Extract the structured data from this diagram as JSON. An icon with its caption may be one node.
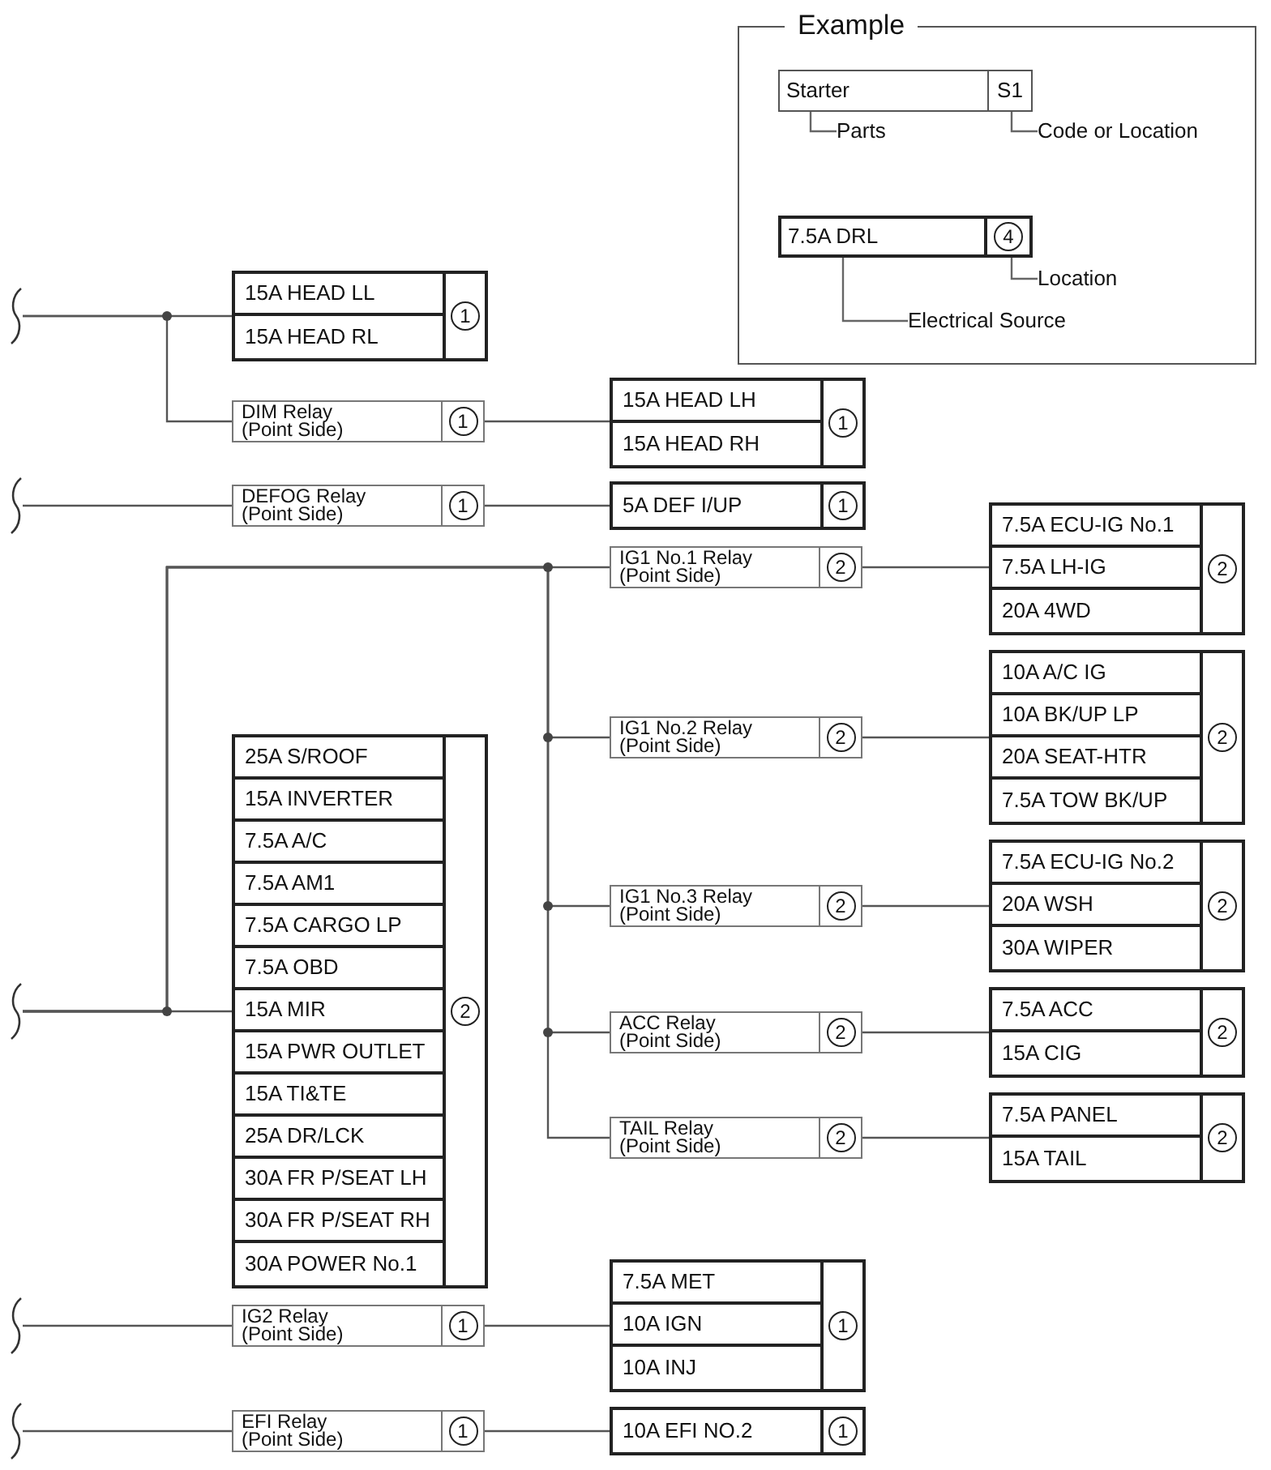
{
  "diagram": {
    "nodes": [
      {
        "text": [
          "Example"
        ]
      },
      {
        "text": [
          "Starter",
          "S1"
        ],
        "in": 0
      },
      {
        "text": [
          "Parts"
        ],
        "in": 0
      },
      {
        "text": [
          "Code or Location"
        ],
        "in": 0
      },
      {
        "text": [
          "7.5A DRL",
          "4"
        ],
        "in": 0
      },
      {
        "text": [
          "Location"
        ],
        "in": 0
      },
      {
        "text": [
          "Electrical Source"
        ],
        "in": 0
      },
      {
        "text": [
          "1"
        ]
      },
      {
        "text": [
          "15A HEAD LL"
        ],
        "in": 7
      },
      {
        "text": [
          "15A HEAD RL"
        ],
        "in": 7
      },
      {
        "text": [
          "DIM Relay (Point Side)",
          "1"
        ]
      },
      {
        "text": [
          "1"
        ]
      },
      {
        "text": [
          "15A HEAD LH"
        ],
        "in": 11
      },
      {
        "text": [
          "15A HEAD RH"
        ],
        "in": 11
      },
      {
        "text": [
          "DEFOG Relay (Point Side)",
          "1"
        ]
      },
      {
        "text": [
          "1"
        ]
      },
      {
        "text": [
          "5A DEF I/UP"
        ],
        "in": 15
      },
      {
        "text": [
          "IG1 No.1 Relay (Point Side)",
          "2"
        ]
      },
      {
        "text": [
          "2"
        ]
      },
      {
        "text": [
          "7.5A ECU-IG No.1"
        ],
        "in": 18
      },
      {
        "text": [
          "7.5A LH-IG"
        ],
        "in": 18
      },
      {
        "text": [
          "20A 4WD"
        ],
        "in": 18
      },
      {
        "text": [
          "IG1 No.2 Relay (Point Side)",
          "2"
        ]
      },
      {
        "text": [
          "2"
        ]
      },
      {
        "text": [
          "10A A/C IG"
        ],
        "in": 23
      },
      {
        "text": [
          "10A BK/UP LP"
        ],
        "in": 23
      },
      {
        "text": [
          "20A SEAT-HTR"
        ],
        "in": 23
      },
      {
        "text": [
          "7.5A TOW BK/UP"
        ],
        "in": 23
      },
      {
        "text": [
          "2"
        ]
      },
      {
        "text": [
          "25A S/ROOF"
        ],
        "in": 28
      },
      {
        "text": [
          "15A INVERTER"
        ],
        "in": 28
      },
      {
        "text": [
          "7.5A A/C"
        ],
        "in": 28
      },
      {
        "text": [
          "7.5A AM1"
        ],
        "in": 28
      },
      {
        "text": [
          "7.5A CARGO LP"
        ],
        "in": 28
      },
      {
        "text": [
          "7.5A OBD"
        ],
        "in": 28
      },
      {
        "text": [
          "15A MIR"
        ],
        "in": 28
      },
      {
        "text": [
          "15A PWR OUTLET"
        ],
        "in": 28
      },
      {
        "text": [
          "15A TI&TE"
        ],
        "in": 28
      },
      {
        "text": [
          "25A DR/LCK"
        ],
        "in": 28
      },
      {
        "text": [
          "30A FR P/SEAT LH"
        ],
        "in": 28
      },
      {
        "text": [
          "30A FR P/SEAT RH"
        ],
        "in": 28
      },
      {
        "text": [
          "30A POWER No.1"
        ],
        "in": 28
      },
      {
        "text": [
          "IG1 No.3 Relay (Point Side)",
          "2"
        ]
      },
      {
        "text": [
          "2"
        ]
      },
      {
        "text": [
          "7.5A ECU-IG No.2"
        ],
        "in": 43
      },
      {
        "text": [
          "20A WSH"
        ],
        "in": 43
      },
      {
        "text": [
          "30A WIPER"
        ],
        "in": 43
      },
      {
        "text": [
          "ACC Relay (Point Side)",
          "2"
        ]
      },
      {
        "text": [
          "2"
        ]
      },
      {
        "text": [
          "7.5A ACC"
        ],
        "in": 48
      },
      {
        "text": [
          "15A CIG"
        ],
        "in": 48
      },
      {
        "text": [
          "TAIL Relay (Point Side)",
          "2"
        ]
      },
      {
        "text": [
          "2"
        ]
      },
      {
        "text": [
          "7.5A PANEL"
        ],
        "in": 52
      },
      {
        "text": [
          "15A TAIL"
        ],
        "in": 52
      },
      {
        "text": [
          "IG2 Relay (Point Side)",
          "1"
        ]
      },
      {
        "text": [
          "1"
        ]
      },
      {
        "text": [
          "7.5A MET"
        ],
        "in": 56
      },
      {
        "text": [
          "10A IGN"
        ],
        "in": 56
      },
      {
        "text": [
          "10A INJ"
        ],
        "in": 56
      },
      {
        "text": [
          "EFI Relay (Point Side)",
          "1"
        ]
      },
      {
        "text": [
          "1"
        ]
      },
      {
        "text": [
          "10A EFI NO.2"
        ],
        "in": 61
      }
    ],
    "edges": [
      {
        "from": 2,
        "to": 1,
        "arrow": "none"
      },
      {
        "from": 3,
        "to": 1,
        "arrow": "none"
      },
      {
        "from": 5,
        "to": 4,
        "arrow": "none"
      },
      {
        "from": 6,
        "to": 4,
        "arrow": "none"
      },
      {
        "from": null,
        "to": 7,
        "arrow": "none"
      },
      {
        "from": null,
        "to": 10,
        "arrow": "none"
      },
      {
        "from": 10,
        "to": 11,
        "arrow": "none"
      },
      {
        "from": null,
        "to": 14,
        "arrow": "none"
      },
      {
        "from": 14,
        "to": 15,
        "arrow": "none"
      },
      {
        "from": null,
        "to": 28,
        "arrow": "none"
      },
      {
        "from": null,
        "to": 17,
        "arrow": "none"
      },
      {
        "from": 17,
        "to": 18,
        "arrow": "none"
      },
      {
        "from": null,
        "to": 22,
        "arrow": "none"
      },
      {
        "from": 22,
        "to": 23,
        "arrow": "none"
      },
      {
        "from": null,
        "to": 42,
        "arrow": "none"
      },
      {
        "from": 42,
        "to": 43,
        "arrow": "none"
      },
      {
        "from": null,
        "to": 47,
        "arrow": "none"
      },
      {
        "from": 47,
        "to": 48,
        "arrow": "none"
      },
      {
        "from": null,
        "to": 51,
        "arrow": "none"
      },
      {
        "from": 51,
        "to": 52,
        "arrow": "none"
      },
      {
        "from": null,
        "to": 55,
        "arrow": "none"
      },
      {
        "from": 55,
        "to": 56,
        "arrow": "none"
      },
      {
        "from": null,
        "to": 60,
        "arrow": "none"
      },
      {
        "from": 60,
        "to": 61,
        "arrow": "none"
      }
    ]
  }
}
